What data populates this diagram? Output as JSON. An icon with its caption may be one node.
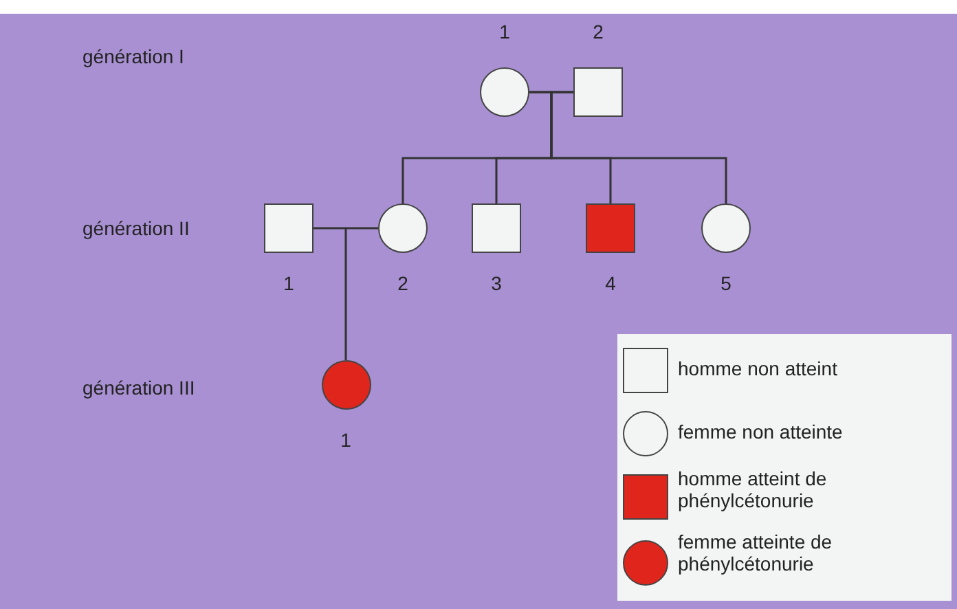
{
  "diagram": {
    "nodes": [
      {
        "text": [],
        "shape": "circle",
        "beside": [
          "1"
        ]
      },
      {
        "text": [],
        "shape": "box",
        "beside": [
          "2"
        ]
      },
      {
        "text": [],
        "shape": "box",
        "beside": [
          "1"
        ]
      },
      {
        "text": [],
        "shape": "circle",
        "beside": [
          "2"
        ]
      },
      {
        "text": [],
        "shape": "box",
        "beside": [
          "3"
        ]
      },
      {
        "text": [],
        "shape": "box",
        "beside": [
          "4"
        ]
      },
      {
        "text": [],
        "shape": "circle",
        "beside": [
          "5"
        ]
      },
      {
        "text": [],
        "shape": "circle",
        "beside": [
          "1"
        ]
      }
    ],
    "edges": [
      {
        "from": 0,
        "to": 1,
        "arrow": "none"
      },
      {
        "from": 0,
        "to": 3,
        "arrow": "none"
      },
      {
        "from": 0,
        "to": 4,
        "arrow": "none"
      },
      {
        "from": 0,
        "to": 5,
        "arrow": "none"
      },
      {
        "from": 0,
        "to": 6,
        "arrow": "none"
      },
      {
        "from": 1,
        "to": 3,
        "arrow": "none"
      },
      {
        "from": 1,
        "to": 4,
        "arrow": "none"
      },
      {
        "from": 1,
        "to": 5,
        "arrow": "none"
      },
      {
        "from": 1,
        "to": 6,
        "arrow": "none"
      },
      {
        "from": 2,
        "to": 3,
        "arrow": "none"
      },
      {
        "from": 2,
        "to": 7,
        "arrow": "none"
      },
      {
        "from": 3,
        "to": 7,
        "arrow": "none"
      }
    ],
    "labels": [
      "génération I",
      "génération II",
      "génération III"
    ],
    "legend": [
      {
        "text": "homme non atteint"
      },
      {
        "text": "femme non atteinte"
      },
      {
        "text": "homme atteint de phénylcétonurie",
        "color": "#e0261c"
      },
      {
        "text": "femme atteinte de phénylcétonurie",
        "color": "#e0261c"
      }
    ]
  }
}
